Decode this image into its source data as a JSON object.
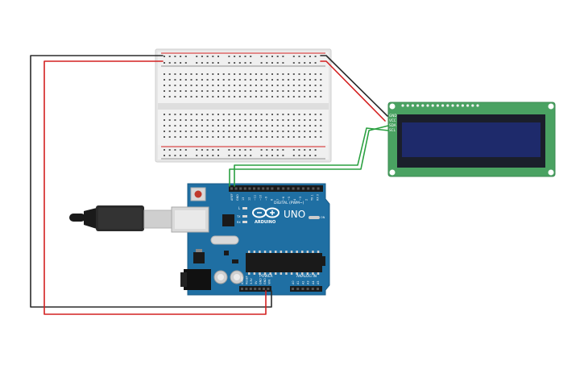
{
  "arduino": {
    "brand": "ARDUINO",
    "model": "UNO",
    "digital_header_label": "DIGITAL (PWM~)",
    "power_header_label": "POWER",
    "analog_header_label": "ANALOG IN",
    "led_labels": [
      "L",
      "TX",
      "RX"
    ],
    "on_label": "ON",
    "digital_pins": [
      "AREF",
      "GND",
      "13",
      "12",
      "~11",
      "~10",
      "~9",
      "8",
      "7",
      "~6",
      "~5",
      "4",
      "~3",
      "2",
      "TX 1",
      "RX 0"
    ],
    "power_pins": [
      "IOREF",
      "RESET",
      "3.3V",
      "5V",
      "GND",
      "GND",
      "VIN"
    ],
    "analog_pins": [
      "A0",
      "A1",
      "A2",
      "A3",
      "A4",
      "A5"
    ]
  },
  "lcd": {
    "pin_labels": [
      "GND",
      "VCC",
      "SDA",
      "SCL"
    ]
  },
  "colors": {
    "board": "#1f6fa3",
    "board_edge": "#185b87",
    "lcd_pcb": "#4aa262",
    "lcd_screen": "#1e2a6b",
    "breadboard": "#e9e9e9",
    "wire_black": "#2b2b2b",
    "wire_red": "#d42020",
    "wire_green": "#2aa040",
    "chip": "#1a1a1a"
  },
  "icons": [
    "usb-cable-icon",
    "infinity-logo-icon"
  ]
}
